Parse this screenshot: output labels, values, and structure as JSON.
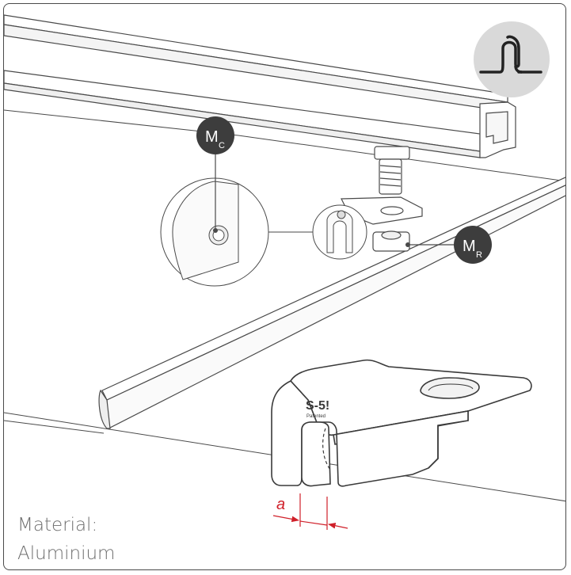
{
  "callouts": {
    "mc": {
      "main": "M",
      "sub": "C"
    },
    "mr": {
      "main": "M",
      "sub": "R"
    }
  },
  "dimension": {
    "label": "a"
  },
  "logo": {
    "top": "S-5!",
    "bottom": "Patented"
  },
  "material": {
    "line1": "Material:",
    "line2": "Aluminium"
  },
  "icon": "standing-seam-profile-icon",
  "colors": {
    "outline": "#4a4a4a",
    "callout_fill": "#3d3d3d",
    "dimension": "#d0202a",
    "icon_bg": "#d9d9d9",
    "material_text": "#6e6e6e"
  }
}
